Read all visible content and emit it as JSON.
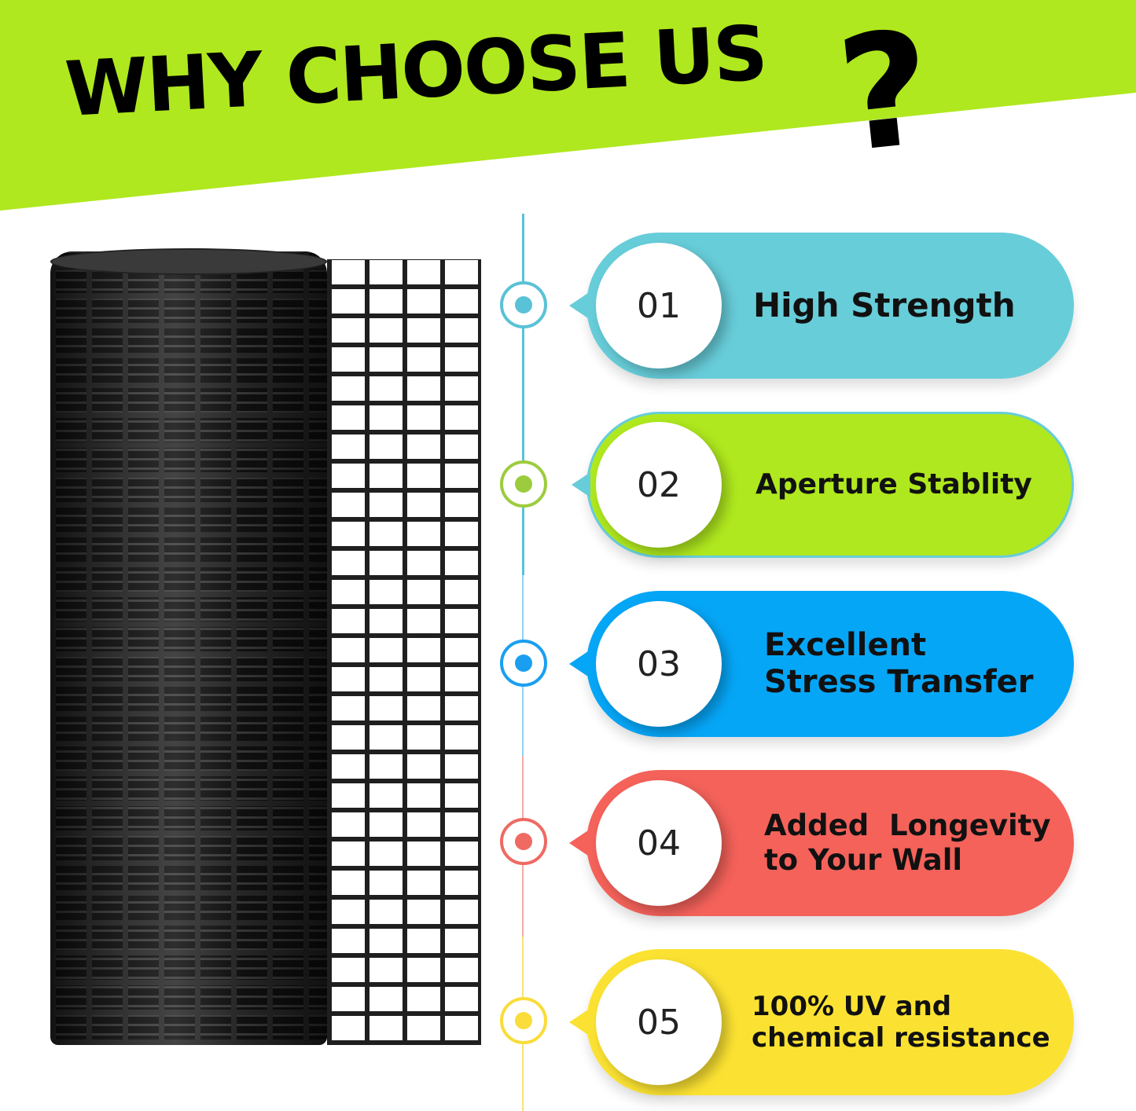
{
  "header": {
    "title": "WHY CHOOSE US",
    "question_mark": "?",
    "background_color": "#afe81e"
  },
  "product": {
    "name": "geogrid-mesh-roll",
    "color": "#2a2a2a"
  },
  "features": [
    {
      "number": "01",
      "line1": "High Strength",
      "line2": "",
      "color": "#67cdd9",
      "node_color": "#5ac2d6"
    },
    {
      "number": "02",
      "line1": "Aperture Stablity",
      "line2": "",
      "color": "#afe81e",
      "node_color": "#9ccc3e"
    },
    {
      "number": "03",
      "line1": "Excellent",
      "line2": "Stress Transfer",
      "color": "#06a6f7",
      "node_color": "#1a9ff0"
    },
    {
      "number": "04",
      "line1": "Added  Longevity",
      "line2": "to Your Wall",
      "color": "#f4625a",
      "node_color": "#ee6a63"
    },
    {
      "number": "05",
      "line1": "100% UV and",
      "line2": "chemical resistance",
      "color": "#fbe232",
      "node_color": "#fadc3a"
    }
  ]
}
